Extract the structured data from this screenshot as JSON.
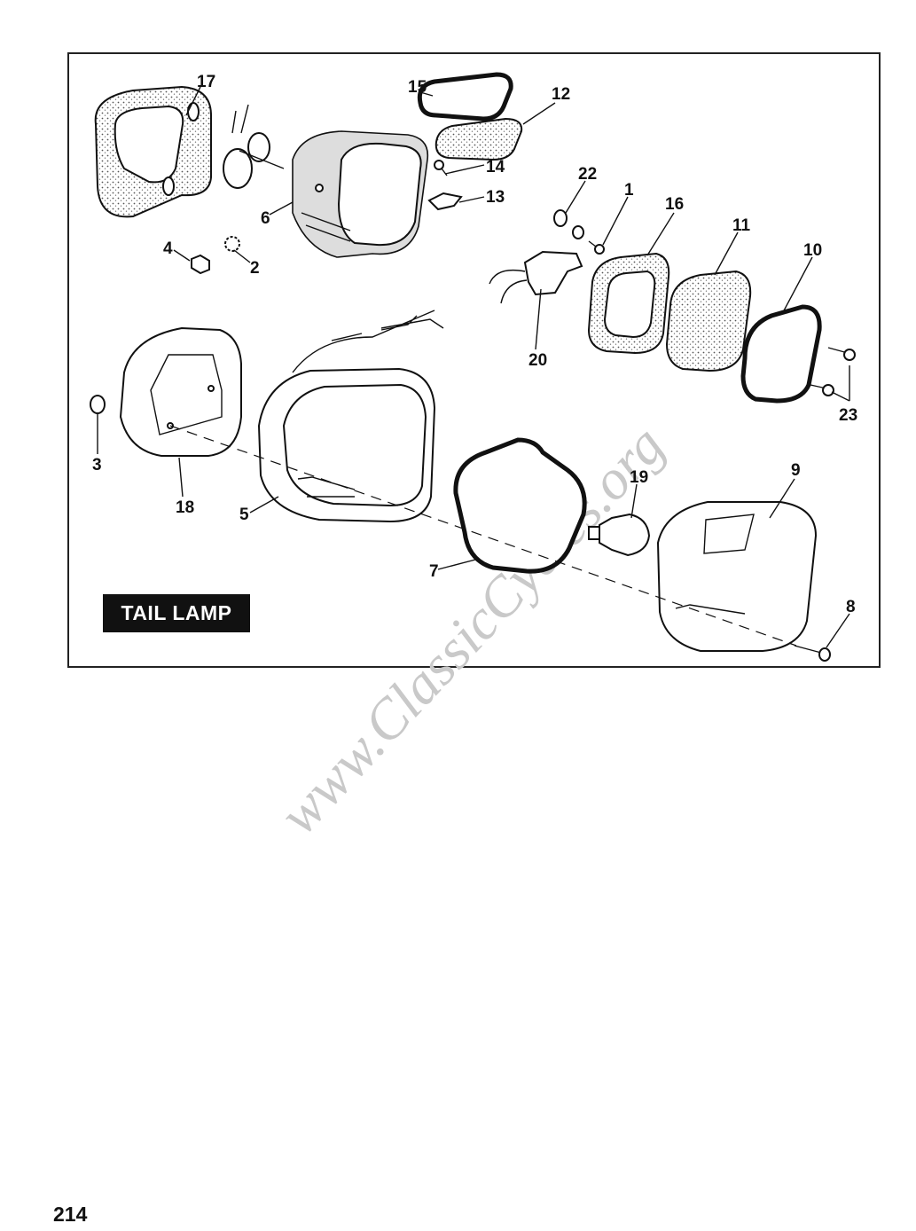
{
  "diagram": {
    "title": "TAIL LAMP",
    "labels": {
      "p1": "1",
      "p2": "2",
      "p3": "3",
      "p4": "4",
      "p5": "5",
      "p6": "6",
      "p7": "7",
      "p8": "8",
      "p9": "9",
      "p10": "10",
      "p11": "11",
      "p12": "12",
      "p13": "13",
      "p14": "14",
      "p15": "15",
      "p16": "16",
      "p17": "17",
      "p18": "18",
      "p19": "19",
      "p20": "20",
      "p22": "22",
      "p23": "23"
    }
  },
  "watermark": "www.ClassicCycles.org",
  "page_number": "214"
}
